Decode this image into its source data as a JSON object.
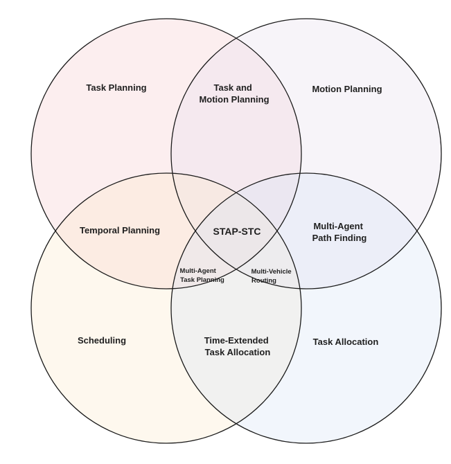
{
  "diagram": {
    "type": "venn",
    "sets": [
      {
        "id": "task-planning",
        "label": "Task Planning",
        "color": "#f5c9cc"
      },
      {
        "id": "motion-planning",
        "label": "Motion Planning",
        "color": "#e9e2ee"
      },
      {
        "id": "scheduling",
        "label": "Scheduling",
        "color": "#fce9c9"
      },
      {
        "id": "task-allocation",
        "label": "Task Allocation",
        "color": "#d6e4f5"
      }
    ],
    "regions": {
      "task_and_motion_planning": [
        "Task and",
        "Motion Planning"
      ],
      "temporal_planning": [
        "Temporal Planning"
      ],
      "multi_agent_path_finding": [
        "Multi-Agent",
        "Path Finding"
      ],
      "stap_stc": [
        "STAP-STC"
      ],
      "multi_agent_task_planning": [
        "Multi-Agent",
        "Task Planning"
      ],
      "multi_vehicle_routing": [
        "Multi-Vehicle",
        "Routing"
      ],
      "time_extended_task_allocation": [
        "Time-Extended",
        "Task Allocation"
      ]
    }
  }
}
